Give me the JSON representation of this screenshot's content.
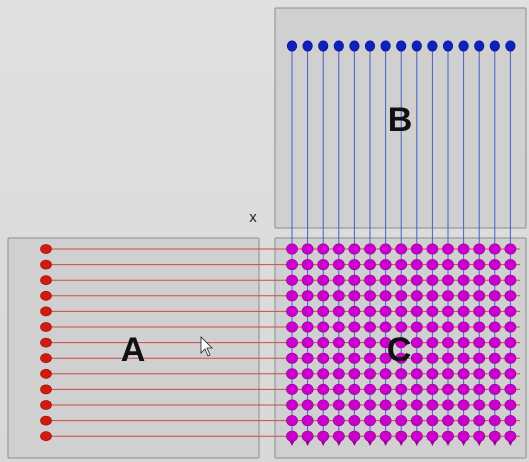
{
  "diagram": {
    "panels": {
      "a": {
        "label": "A"
      },
      "b": {
        "label": "B"
      },
      "c": {
        "label": "C"
      }
    },
    "marker": {
      "label": "x"
    },
    "grid": {
      "rows": 13,
      "cols": 15
    },
    "colors": {
      "background": "#dcdcdc",
      "panel_fill": "#d0d0d0",
      "panel_border": "#8c8c8c",
      "red_node": "#d41a0a",
      "red_line": "#cc4a4a",
      "blue_node": "#1020c0",
      "blue_line": "#4a5ec8",
      "magenta_node": "#cc00cc",
      "magenta_node_edge": "#990099",
      "cursor": "#ffffff"
    },
    "cursor_icon": "arrow-pointer-icon"
  }
}
